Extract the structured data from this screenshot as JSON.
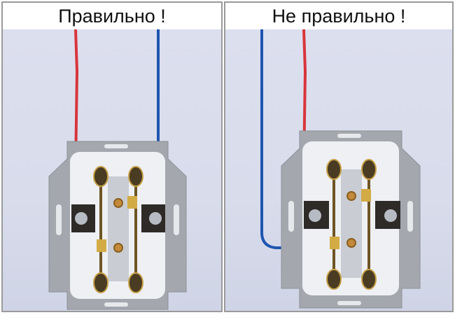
{
  "panels": [
    {
      "id": "correct",
      "title": "Правильно !",
      "description": "Socket wired correctly: red and blue wires enter from top, each routed to its own terminal side",
      "wires": [
        {
          "color_name": "red",
          "color": "#d8353b"
        },
        {
          "color_name": "blue",
          "color": "#1e56b0"
        }
      ]
    },
    {
      "id": "incorrect",
      "title": "Не правильно !",
      "description": "Socket wired incorrectly: blue wire loops around outside the frame to the bottom terminal",
      "wires": [
        {
          "color_name": "blue",
          "color": "#1e56b0"
        },
        {
          "color_name": "red",
          "color": "#d8353b"
        }
      ]
    }
  ],
  "colors": {
    "border": "#9a9a9a",
    "background": "#dcdfee",
    "frame_metal": "#a4a8ae",
    "insert_white": "#eef0f4",
    "brass": "#b08a3a"
  }
}
